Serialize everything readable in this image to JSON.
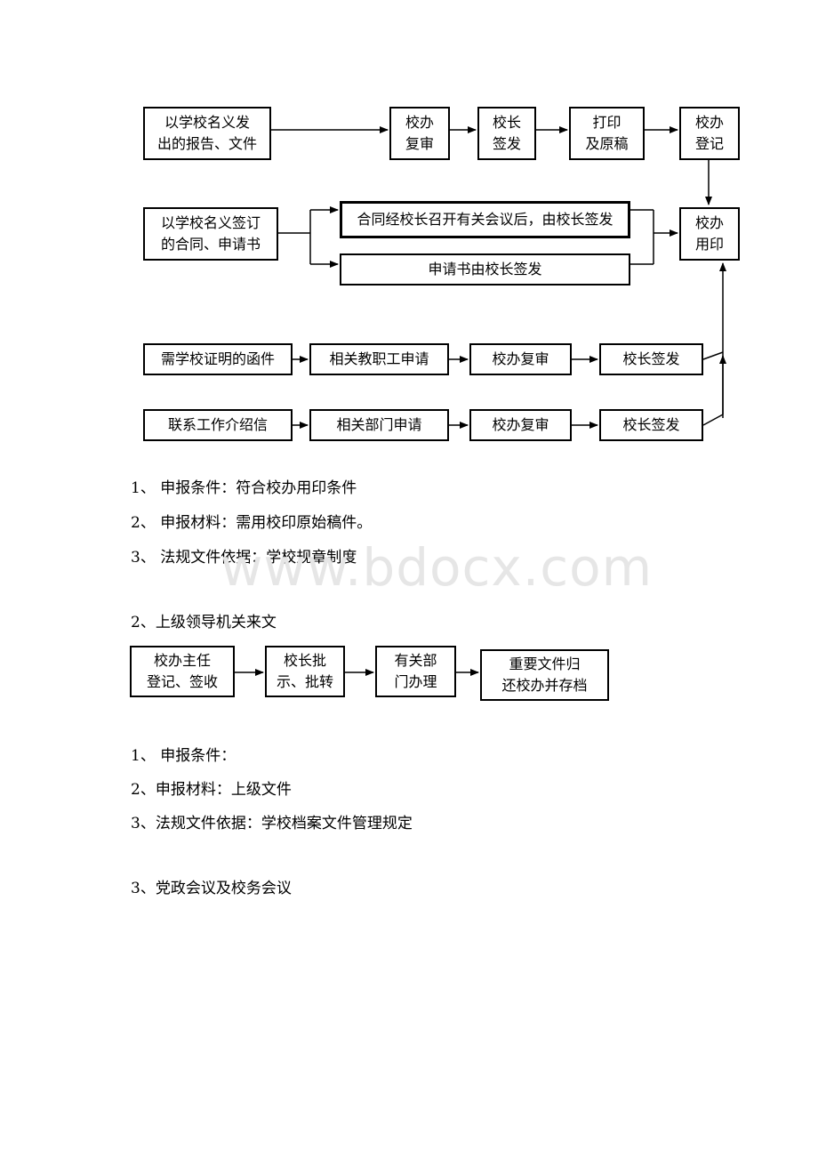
{
  "flow1": {
    "row1_source": "以学校名义发\n出的报告、文件",
    "row1_steps": [
      "校办\n复审",
      "校长\n签发",
      "打印\n及原稿",
      "校办\n登记"
    ],
    "row2_source": "以学校名义签订\n的合同、申请书",
    "row2_contract": "合同经校长召开有关会议后，由校长签发",
    "row2_application": "申请书由校长签发",
    "seal": "校办\n用印",
    "row3": [
      "需学校证明的函件",
      "相关教职工申请",
      "校办复审",
      "校长签发"
    ],
    "row4": [
      "联系工作介绍信",
      "相关部门申请",
      "校办复审",
      "校长签发"
    ]
  },
  "notes1": [
    "1、  申报条件：符合校办用印条件",
    "2、  申报材料：需用校印原始稿件。",
    "3、  法规文件依据：学校规章制度"
  ],
  "watermark": "www.bdocx.com",
  "section2_title": "2、上级领导机关来文",
  "flow2": [
    "校办主任\n登记、签收",
    "校长批\n示、批转",
    "有关部\n门办理",
    "重要文件归\n还校办并存档"
  ],
  "notes2": [
    "1、  申报条件：",
    "2、申报材料：上级文件",
    "3、法规文件依据：学校档案文件管理规定"
  ],
  "section3_title": "3、党政会议及校务会议"
}
